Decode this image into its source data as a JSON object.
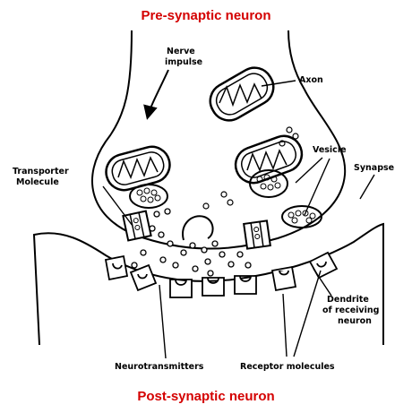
{
  "titles": {
    "top": "Pre-synaptic neuron",
    "bottom": "Post-synaptic neuron",
    "color": "#d40000"
  },
  "labels": {
    "nerve_impulse": [
      "Nerve",
      "impulse"
    ],
    "axon": "Axon",
    "vesicle": "Vesicle",
    "synapse": "Synapse",
    "transporter_molecule": [
      "Transporter",
      "Molecule"
    ],
    "dendrite": [
      "Dendrite",
      "of receiving",
      "neuron"
    ],
    "neurotransmitters": "Neurotransmitters",
    "receptor_molecules": "Receptor molecules"
  },
  "colors": {
    "ink": "#000000",
    "background": "#ffffff"
  }
}
